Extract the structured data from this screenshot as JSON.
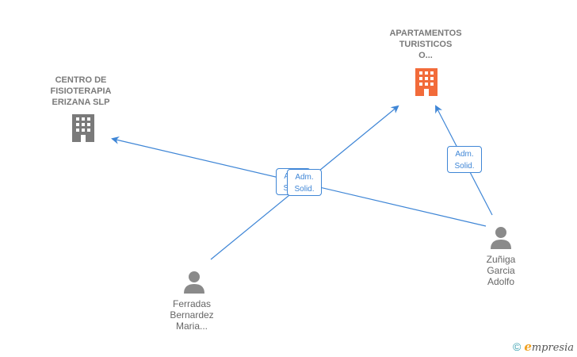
{
  "colors": {
    "edge": "#3f86d6",
    "company_default": "#7a7a7a",
    "company_highlight": "#f26b3a",
    "person": "#8a8a8a"
  },
  "nodes": {
    "company_centro": {
      "label": "CENTRO DE\nFISIOTERAPIA\nERIZANA SLP",
      "icon": "building-icon"
    },
    "company_apartamentos": {
      "label": "APARTAMENTOS\nTURISTICOS\nO...",
      "icon": "building-icon"
    },
    "person_ferradas": {
      "label": "Ferradas\nBernardez\nMaria...",
      "icon": "person-icon"
    },
    "person_zuniga": {
      "label": "Zuñiga\nGarcia\nAdolfo",
      "icon": "person-icon"
    }
  },
  "edges": {
    "badge_back": {
      "line1": "Adm.",
      "line2": "Solid."
    },
    "badge_front": {
      "line1": "Adm.",
      "line2": "Solid."
    },
    "badge_right": {
      "line1": "Adm.",
      "line2": "Solid."
    }
  },
  "credit": {
    "copyright": "©",
    "brand_initial": "e",
    "brand_rest": "mpresia"
  }
}
